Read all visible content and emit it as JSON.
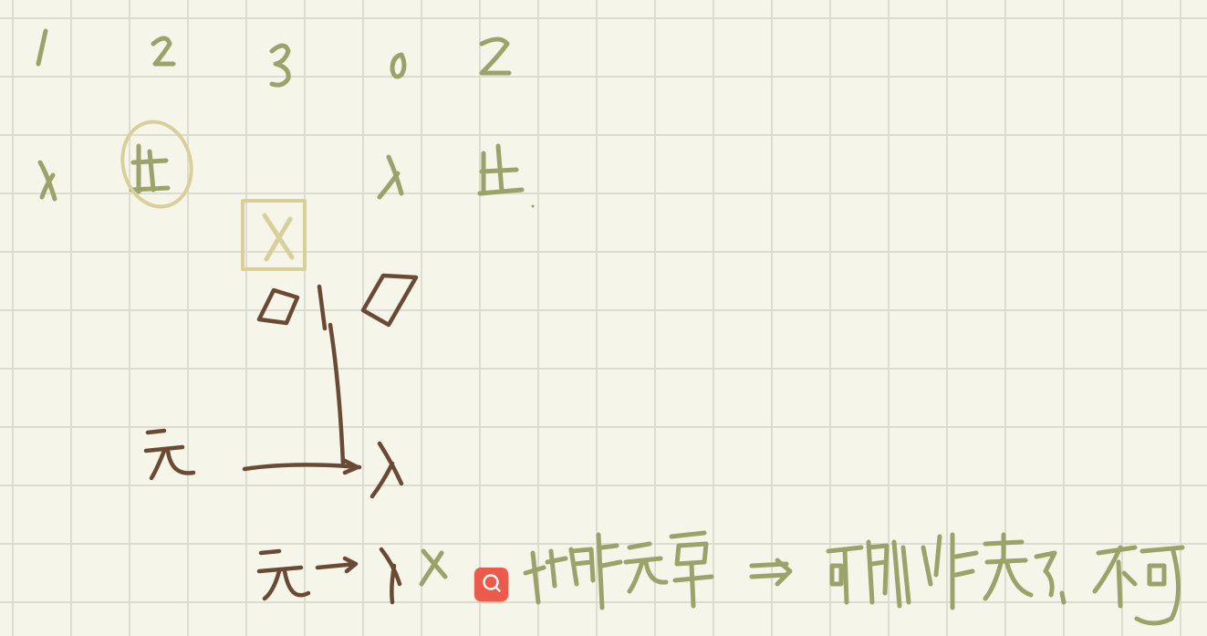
{
  "colors": {
    "background": "#f6f5ea",
    "grid": "#dddcd0",
    "green_ink": "#9aa46a",
    "highlight_ink": "#d8cf9a",
    "brown_ink": "#6a4a34",
    "button": "#ea5b4c"
  },
  "top_row": [
    "1",
    "2",
    "3",
    "0",
    "2"
  ],
  "notes_button": {
    "icon": "search-icon"
  }
}
